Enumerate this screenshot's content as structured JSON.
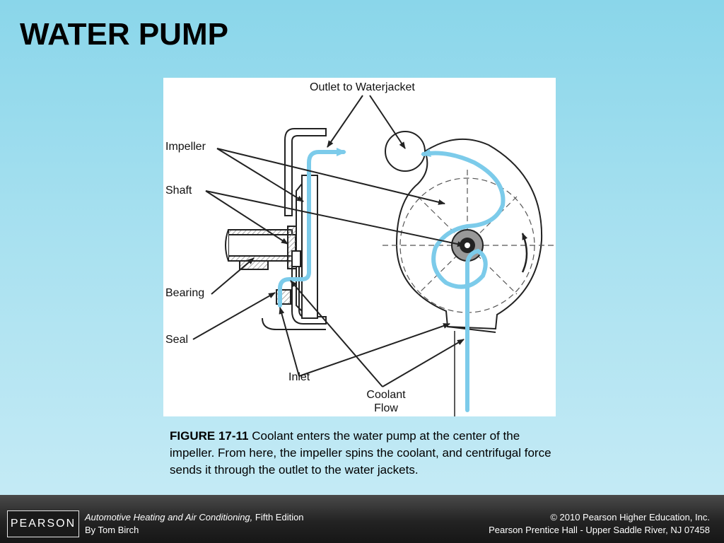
{
  "slide": {
    "title": "WATER PUMP"
  },
  "diagram": {
    "labels": {
      "outlet": "Outlet to Waterjacket",
      "impeller": "Impeller",
      "shaft": "Shaft",
      "bearing": "Bearing",
      "seal": "Seal",
      "inlet": "Inlet",
      "coolant_line1": "Coolant",
      "coolant_line2": "Flow"
    },
    "colors": {
      "flow": "#7ccbea",
      "line": "#222222",
      "hatch": "#888888"
    }
  },
  "caption": {
    "figure_number": "FIGURE 17-11",
    "text": "Coolant enters the water pump at the center of the impeller. From here, the impeller spins the coolant, and centrifugal force sends it through the outlet to the water jackets."
  },
  "footer": {
    "logo": "PEARSON",
    "book_title": "Automotive Heating and Air Conditioning,",
    "edition": " Fifth Edition",
    "author": "By Tom Birch",
    "copyright": "© 2010 Pearson Higher Education, Inc.",
    "publisher": "Pearson Prentice Hall - Upper Saddle River, NJ 07458"
  }
}
